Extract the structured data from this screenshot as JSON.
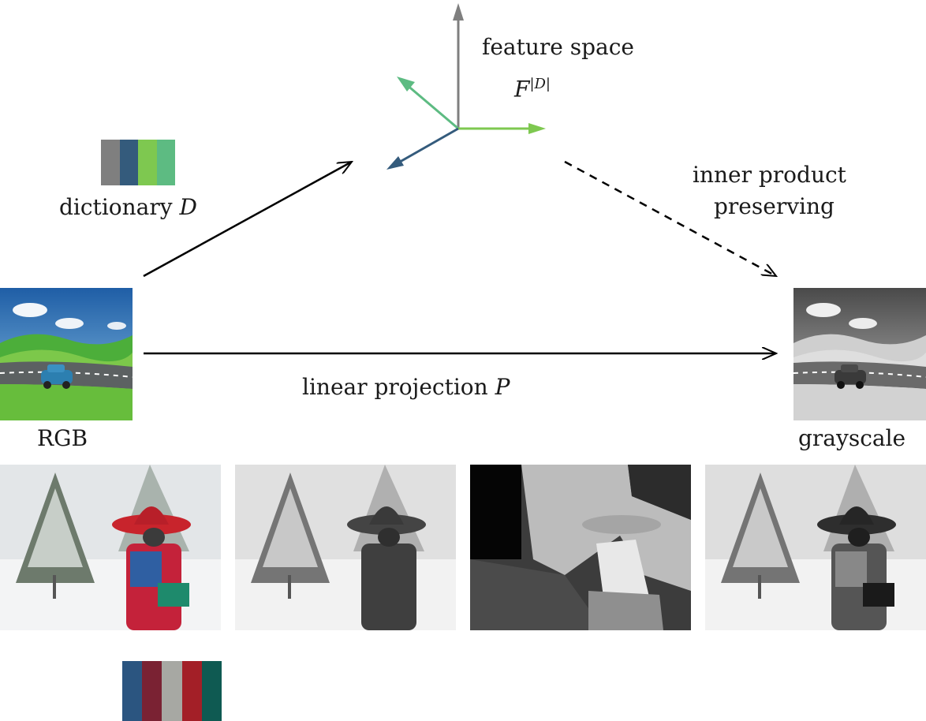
{
  "labels": {
    "feature_space": "feature space",
    "feature_math_base": "F",
    "feature_math_sup": "|D|",
    "dictionary": "dictionary",
    "dictionary_math": "D",
    "inner_product_line1": "inner product",
    "inner_product_line2": "preserving",
    "linear_projection": "linear projection",
    "linear_projection_math": "P",
    "rgb": "RGB",
    "grayscale": "grayscale"
  },
  "dictionary_colors": [
    "#7f7f7f",
    "#345b7c",
    "#7ec850",
    "#5dbb82"
  ],
  "bottom_palette_colors": [
    "#2b5580",
    "#7a2233",
    "#a7a8a3",
    "#a31f27",
    "#0f5a52"
  ],
  "axis_colors": {
    "vertical": "#7f7f7f",
    "upper_left": "#5dbb82",
    "right": "#7ec850",
    "lower_left": "#345b7c"
  },
  "panels": [
    "rgb-input-photo",
    "grayscale-conversion",
    "segmentation-map",
    "grayscale-result"
  ]
}
